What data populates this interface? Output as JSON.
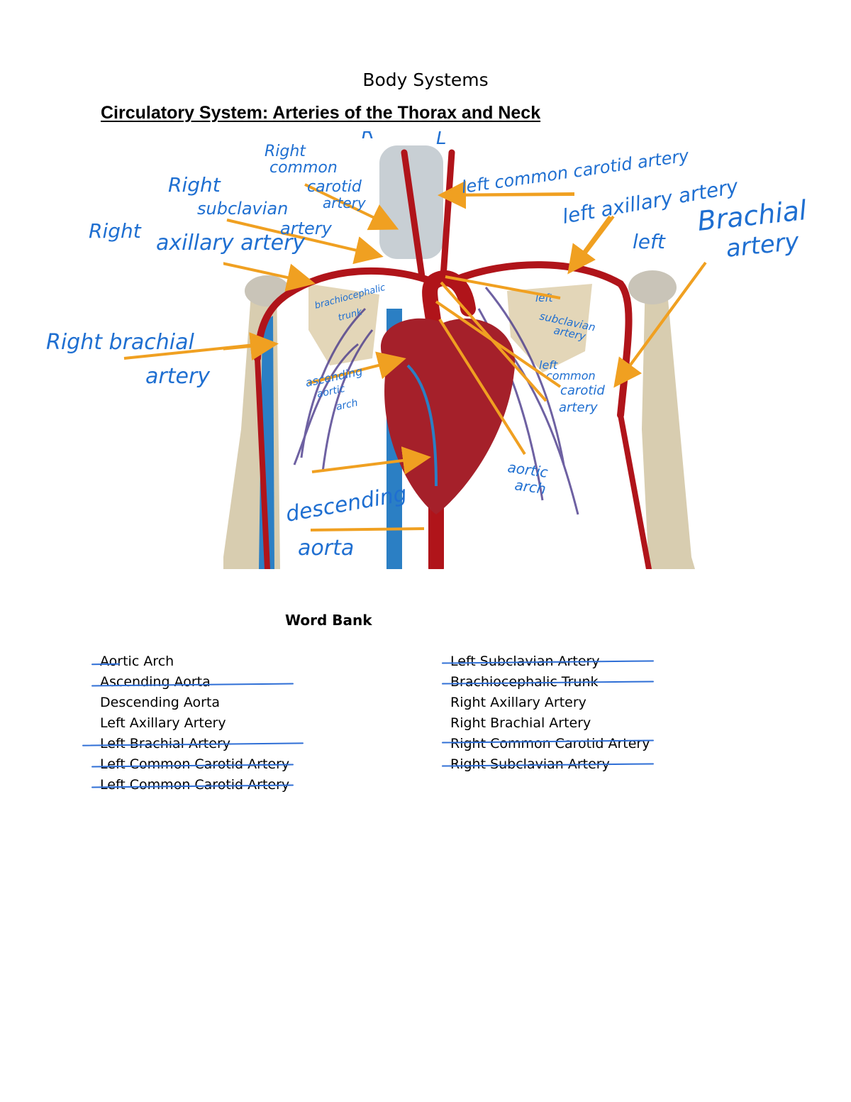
{
  "header": {
    "title": "Body Systems",
    "subtitle": "Circulatory System: Arteries of the Thorax and Neck"
  },
  "annotations": {
    "top_r": "R",
    "top_l": "L",
    "right_common_carotid": [
      "Right",
      "common",
      "carotid",
      "artery"
    ],
    "right_subclavian": [
      "Right",
      "subclavian",
      "artery"
    ],
    "right_axillary": [
      "Right",
      "axillary artery"
    ],
    "right_brachial": [
      "Right brachial",
      "artery"
    ],
    "left_common_carotid_top": "left common carotid artery",
    "left_axillary": "left axillary artery",
    "left_brachial": [
      "left",
      "Brachial",
      "artery"
    ],
    "brachiocephalic": [
      "brachiocephalic",
      "trunk"
    ],
    "left_subclavian": [
      "left",
      "subclavian",
      "artery"
    ],
    "left_common_carotid_lower": [
      "left",
      "common",
      "carotid",
      "artery"
    ],
    "ascending_aorta": [
      "ascending",
      "aortic",
      "arch"
    ],
    "aortic_arch": [
      "aortic",
      "arch"
    ],
    "descending_aorta": [
      "descending",
      "aorta"
    ]
  },
  "word_bank": {
    "title": "Word Bank",
    "left": [
      "Aortic Arch",
      "Ascending Aorta",
      "Descending Aorta",
      "Left Axillary Artery",
      "Left Brachial Artery",
      "Left Common Carotid Artery",
      "Left Common Carotid Artery"
    ],
    "right": [
      "Left Subclavian Artery",
      "Brachiocephalic Trunk",
      "Right Axillary Artery",
      "Right Brachial Artery",
      "Right Common Carotid Artery",
      "Right Subclavian Artery"
    ]
  },
  "colors": {
    "ink": "#1f6fd1",
    "arrow": "#f0a021",
    "artery": "#b0141a",
    "vein": "#2b7fc4",
    "bone": "#d8cdb0"
  }
}
